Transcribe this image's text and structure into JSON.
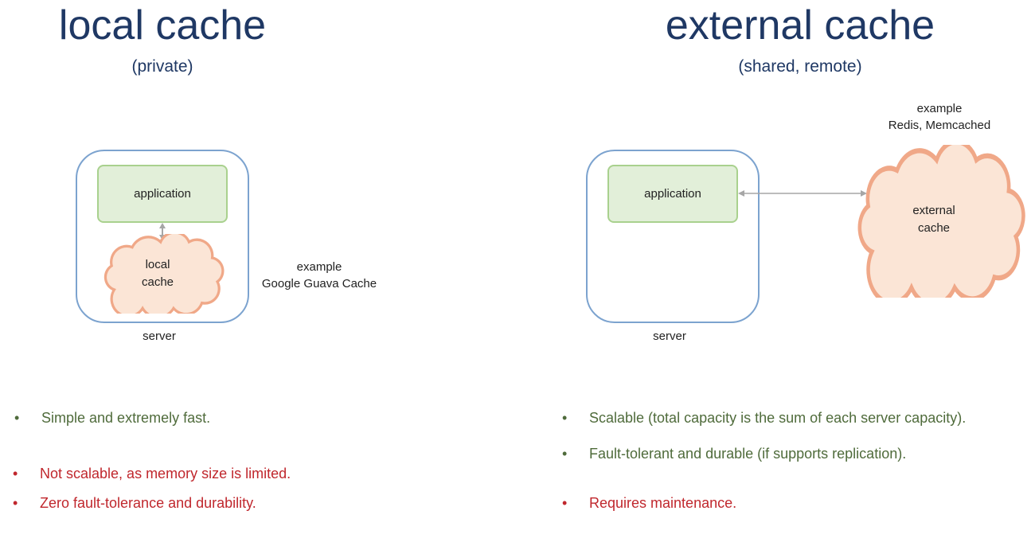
{
  "left": {
    "title": "local cache",
    "subtitle": "(private)",
    "application": "application",
    "cache_line1": "local",
    "cache_line2": "cache",
    "server": "server",
    "example_label": "example",
    "example_value": "Google Guava Cache",
    "pros": [
      "Simple and extremely fast."
    ],
    "cons": [
      "Not scalable, as memory size is limited.",
      "Zero fault-tolerance and durability."
    ]
  },
  "right": {
    "title": "external cache",
    "subtitle": "(shared, remote)",
    "application": "application",
    "cache_line1": "external",
    "cache_line2": "cache",
    "server": "server",
    "example_label": "example",
    "example_value": "Redis, Memcached",
    "pros": [
      "Scalable (total capacity is the sum of each server capacity).",
      "Fault-tolerant and durable (if supports replication)."
    ],
    "cons": [
      "Requires maintenance."
    ]
  },
  "bullet_char": "•",
  "colors": {
    "title": "#1f3864",
    "pro": "#4f6b3b",
    "con": "#c0272d",
    "server_border": "#7ca3cf",
    "app_fill": "#e2efd9",
    "cloud_fill": "#fbe5d6",
    "cloud_border": "#f0a888"
  }
}
